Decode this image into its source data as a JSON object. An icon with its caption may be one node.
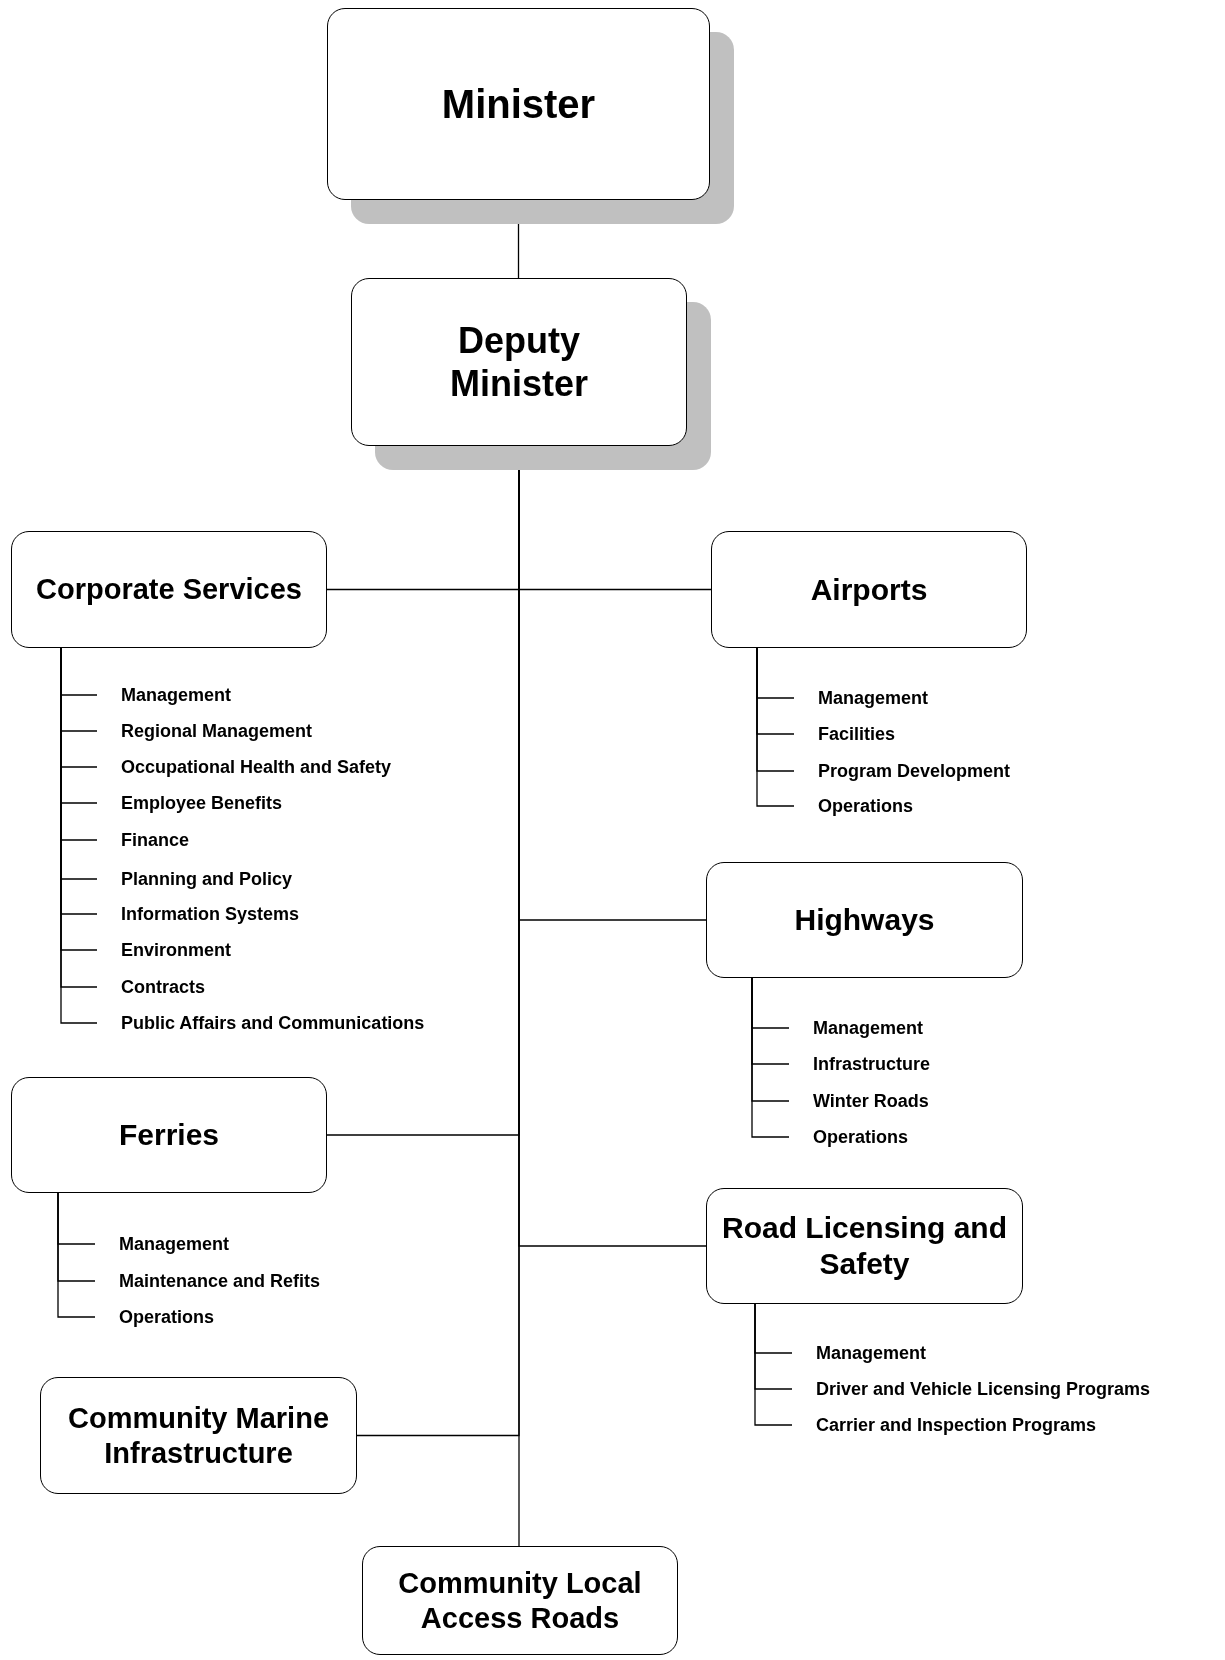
{
  "diagram": {
    "nodes": [
      {
        "text": [
          "Minister"
        ]
      },
      {
        "text": [
          "Deputy Minister"
        ]
      },
      {
        "text": [
          "Corporate Services"
        ]
      },
      {
        "text": [
          "Management"
        ]
      },
      {
        "text": [
          "Regional Management"
        ]
      },
      {
        "text": [
          "Occupational Health and Safety"
        ]
      },
      {
        "text": [
          "Employee Benefits"
        ]
      },
      {
        "text": [
          "Finance"
        ]
      },
      {
        "text": [
          "Planning and Policy"
        ]
      },
      {
        "text": [
          "Information Systems"
        ]
      },
      {
        "text": [
          "Environment"
        ]
      },
      {
        "text": [
          "Contracts"
        ]
      },
      {
        "text": [
          "Public Affairs and Communications"
        ]
      },
      {
        "text": [
          "Airports"
        ]
      },
      {
        "text": [
          "Management"
        ]
      },
      {
        "text": [
          "Facilities"
        ]
      },
      {
        "text": [
          "Program Development"
        ]
      },
      {
        "text": [
          "Operations"
        ]
      },
      {
        "text": [
          "Highways"
        ]
      },
      {
        "text": [
          "Management"
        ]
      },
      {
        "text": [
          "Infrastructure"
        ]
      },
      {
        "text": [
          "Winter Roads"
        ]
      },
      {
        "text": [
          "Operations"
        ]
      },
      {
        "text": [
          "Ferries"
        ]
      },
      {
        "text": [
          "Management"
        ]
      },
      {
        "text": [
          "Maintenance and Refits"
        ]
      },
      {
        "text": [
          "Operations"
        ]
      },
      {
        "text": [
          "Road Licensing and Safety"
        ]
      },
      {
        "text": [
          "Management"
        ]
      },
      {
        "text": [
          "Driver and Vehicle Licensing Programs"
        ]
      },
      {
        "text": [
          "Carrier and Inspection Programs"
        ]
      },
      {
        "text": [
          "Community Marine Infrastructure"
        ]
      },
      {
        "text": [
          "Community Local Access Roads"
        ]
      }
    ],
    "edges": [
      {
        "from": 0,
        "to": 1,
        "arrow": "none"
      },
      {
        "from": 1,
        "to": 2,
        "arrow": "none"
      },
      {
        "from": 1,
        "to": 13,
        "arrow": "none"
      },
      {
        "from": 1,
        "to": 18,
        "arrow": "none"
      },
      {
        "from": 1,
        "to": 23,
        "arrow": "none"
      },
      {
        "from": 1,
        "to": 27,
        "arrow": "none"
      },
      {
        "from": 1,
        "to": 31,
        "arrow": "none"
      },
      {
        "from": 1,
        "to": 32,
        "arrow": "none"
      },
      {
        "from": 2,
        "to": 3,
        "arrow": "none"
      },
      {
        "from": 2,
        "to": 4,
        "arrow": "none"
      },
      {
        "from": 2,
        "to": 5,
        "arrow": "none"
      },
      {
        "from": 2,
        "to": 6,
        "arrow": "none"
      },
      {
        "from": 2,
        "to": 7,
        "arrow": "none"
      },
      {
        "from": 2,
        "to": 8,
        "arrow": "none"
      },
      {
        "from": 2,
        "to": 9,
        "arrow": "none"
      },
      {
        "from": 2,
        "to": 10,
        "arrow": "none"
      },
      {
        "from": 2,
        "to": 11,
        "arrow": "none"
      },
      {
        "from": 2,
        "to": 12,
        "arrow": "none"
      },
      {
        "from": 13,
        "to": 14,
        "arrow": "none"
      },
      {
        "from": 13,
        "to": 15,
        "arrow": "none"
      },
      {
        "from": 13,
        "to": 16,
        "arrow": "none"
      },
      {
        "from": 13,
        "to": 17,
        "arrow": "none"
      },
      {
        "from": 18,
        "to": 19,
        "arrow": "none"
      },
      {
        "from": 18,
        "to": 20,
        "arrow": "none"
      },
      {
        "from": 18,
        "to": 21,
        "arrow": "none"
      },
      {
        "from": 18,
        "to": 22,
        "arrow": "none"
      },
      {
        "from": 23,
        "to": 24,
        "arrow": "none"
      },
      {
        "from": 23,
        "to": 25,
        "arrow": "none"
      },
      {
        "from": 23,
        "to": 26,
        "arrow": "none"
      },
      {
        "from": 27,
        "to": 28,
        "arrow": "none"
      },
      {
        "from": 27,
        "to": 29,
        "arrow": "none"
      },
      {
        "from": 27,
        "to": 30,
        "arrow": "none"
      }
    ]
  }
}
